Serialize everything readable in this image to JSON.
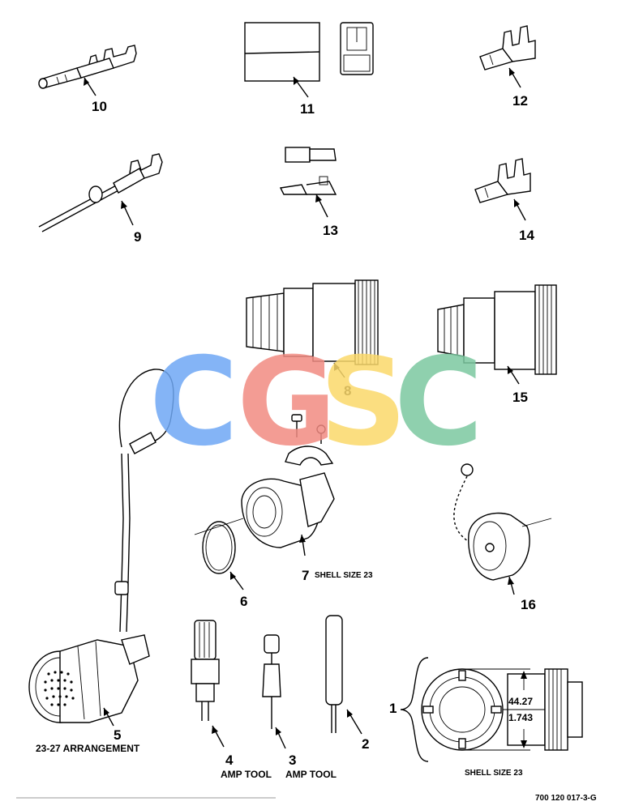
{
  "callouts": {
    "c1": "1",
    "c2": "2",
    "c3": "3",
    "c4": "4",
    "c5": "5",
    "c6": "6",
    "c7": "7",
    "c8": "8",
    "c9": "9",
    "c10": "10",
    "c11": "11",
    "c12": "12",
    "c13": "13",
    "c14": "14",
    "c15": "15",
    "c16": "16"
  },
  "labels": {
    "shell_size_7": "SHELL SIZE 23",
    "arrangement_5": "23-27 ARRANGEMENT",
    "amp_tool_4": "AMP TOOL",
    "amp_tool_3": "AMP TOOL",
    "shell_size_1": "SHELL SIZE 23"
  },
  "dimension": {
    "mm": "44.27",
    "inch": "1.743"
  },
  "figure_code": "700 120 017-3-G",
  "watermark": {
    "letters": [
      "C",
      "G",
      "S",
      "C"
    ],
    "colors": [
      "#6fa8f5",
      "#f28b82",
      "#fbd96b",
      "#7cc8a0"
    ]
  }
}
